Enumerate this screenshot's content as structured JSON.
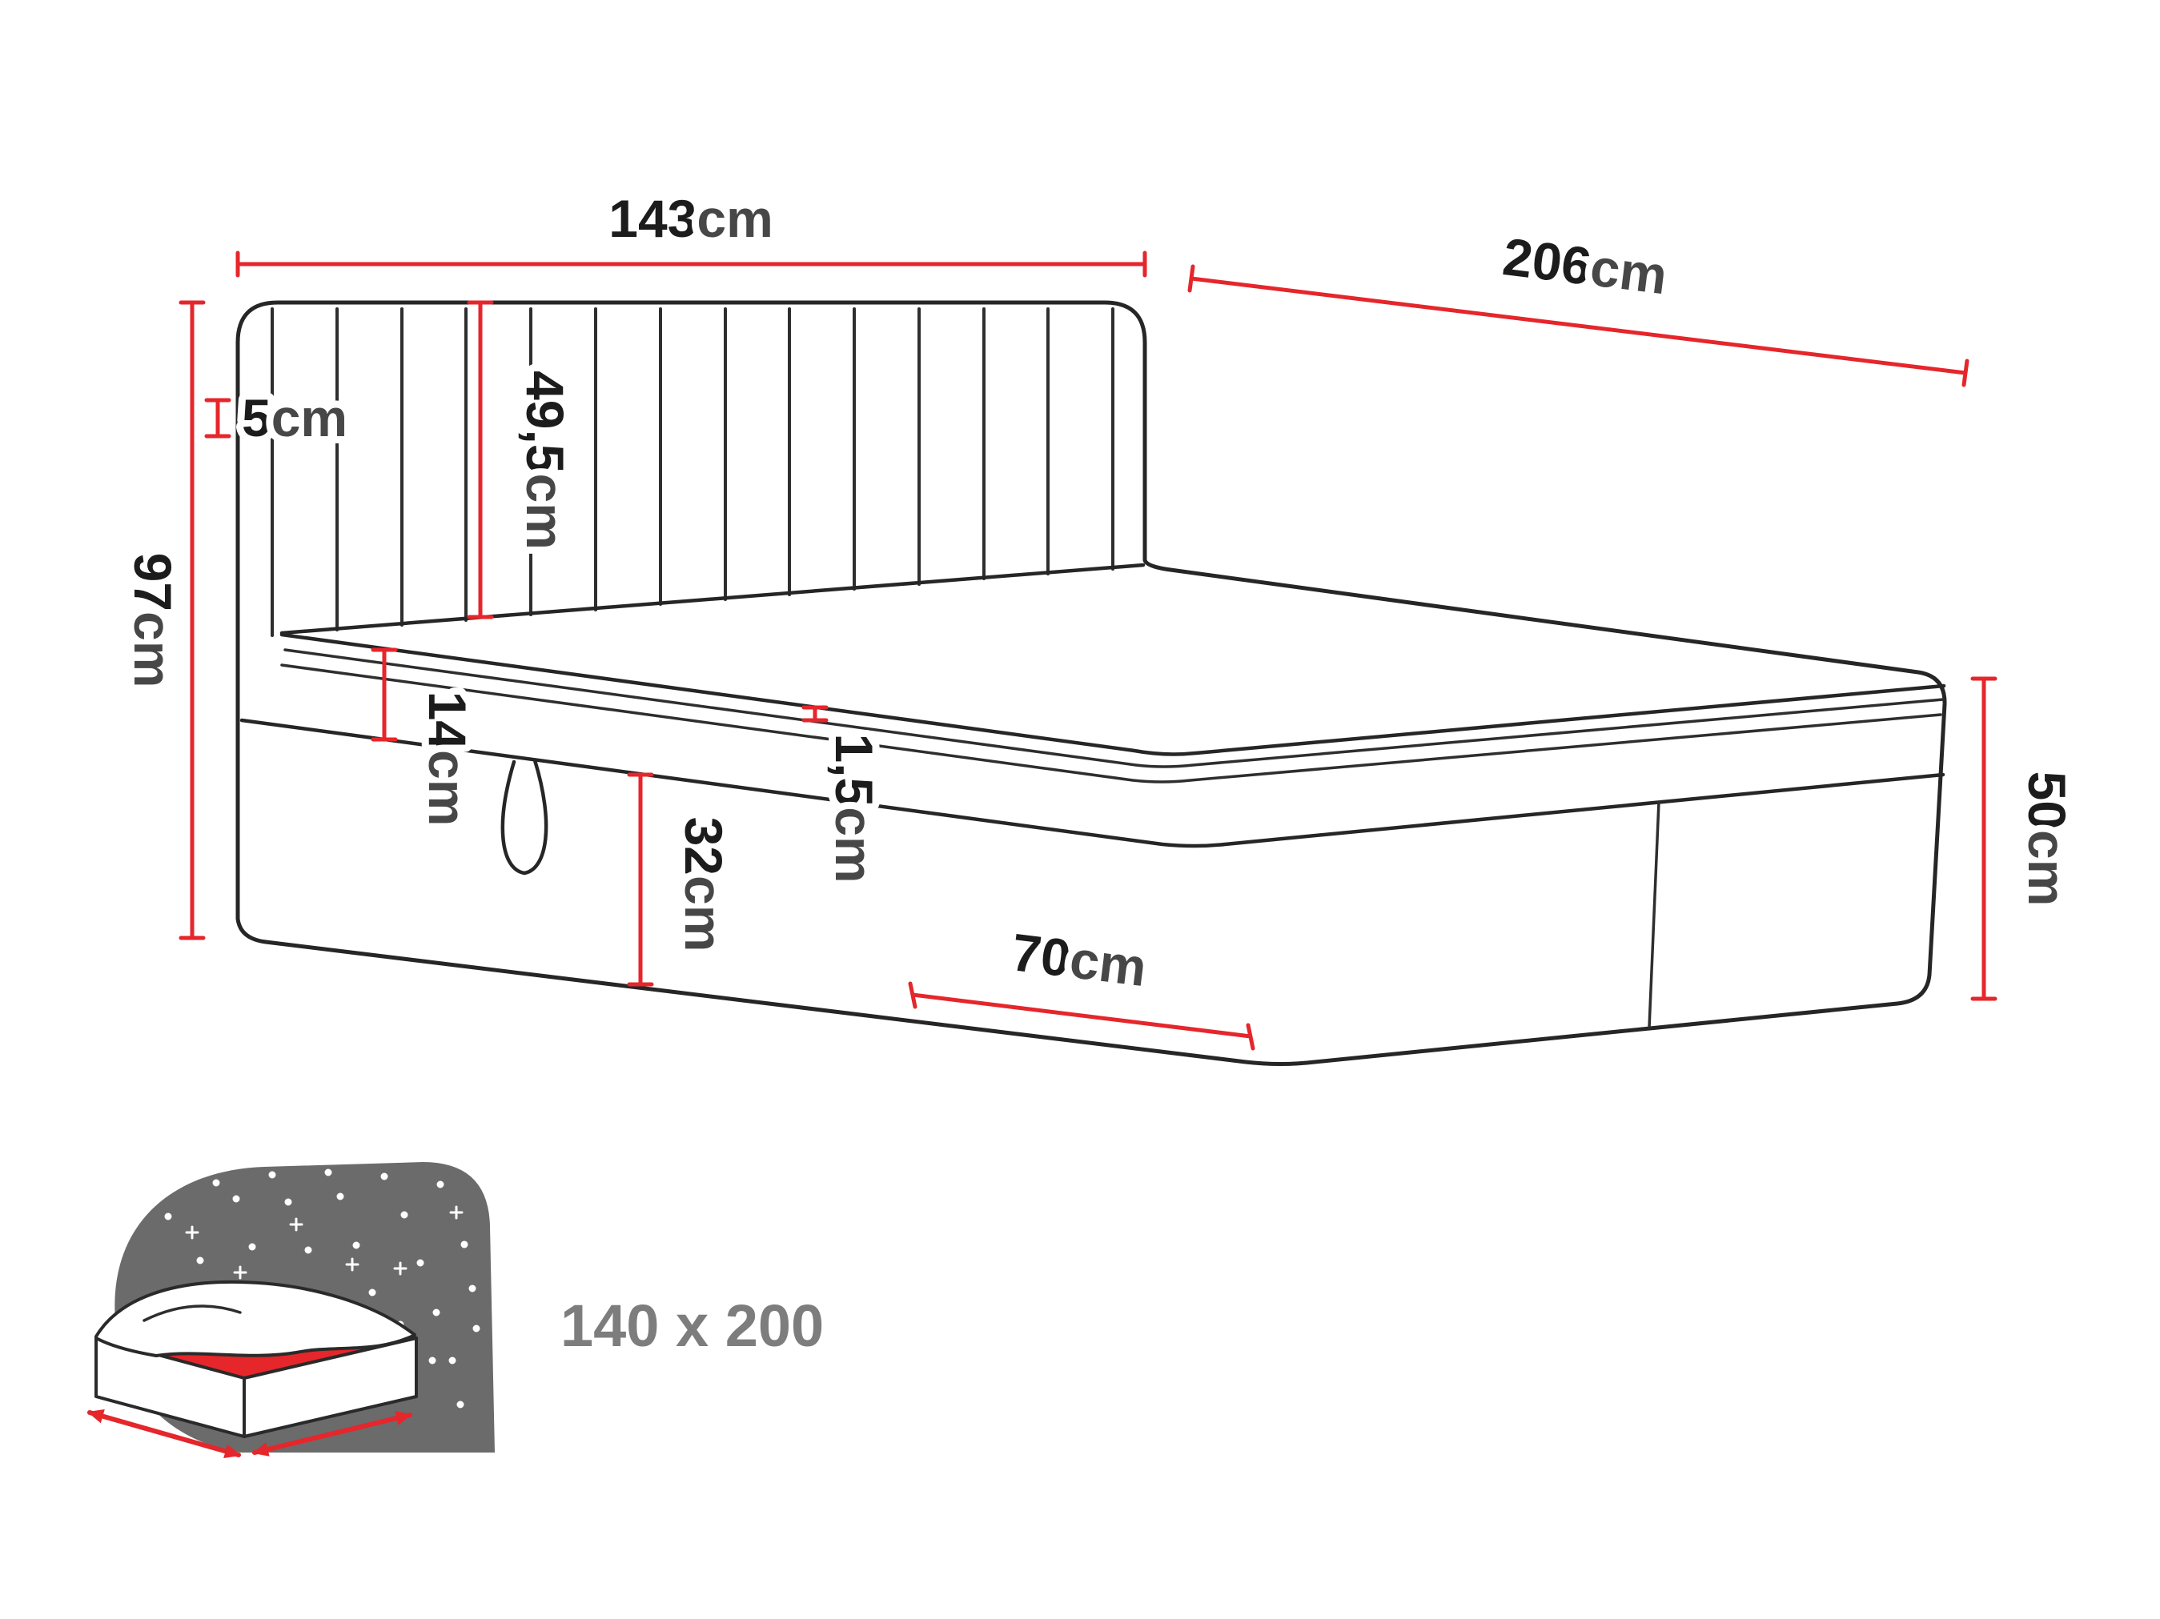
{
  "diagram": {
    "dimensions": {
      "headboard_width": {
        "value": "143",
        "unit": "cm"
      },
      "bed_length": {
        "value": "206",
        "unit": "cm"
      },
      "headboard_side": {
        "value": "5",
        "unit": "cm"
      },
      "headboard_panel_height": {
        "value": "49,5",
        "unit": "cm"
      },
      "headboard_total_height": {
        "value": "97",
        "unit": "cm"
      },
      "mattress_side_height": {
        "value": "14",
        "unit": "cm"
      },
      "topper_seam": {
        "value": "1,5",
        "unit": "cm"
      },
      "storage_height": {
        "value": "32",
        "unit": "cm"
      },
      "storage_width": {
        "value": "70",
        "unit": "cm"
      },
      "base_height": {
        "value": "50",
        "unit": "cm"
      }
    },
    "badge": {
      "size_label": "140 x 200"
    },
    "icons": {
      "size_icon": "bed-under-starry-night-icon"
    },
    "colors": {
      "dimension_red": "#e5262b",
      "outline_dark": "#262626",
      "icon_gray": "#6b6b6b",
      "size_label_gray": "#7d7d7d"
    }
  }
}
